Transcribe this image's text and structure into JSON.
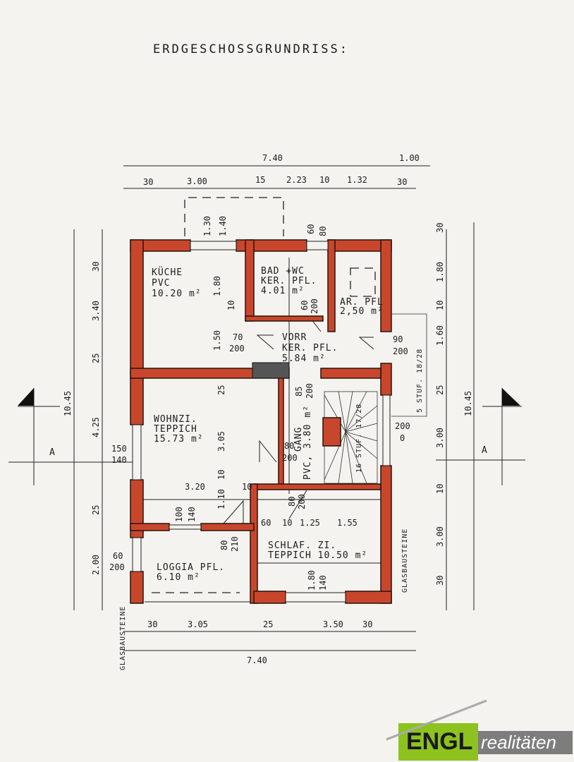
{
  "title": "ERDGESCHOSSGRUNDRISS:",
  "rooms": {
    "kueche": [
      "KÜCHE",
      "PVC",
      "10.20 m²"
    ],
    "bad": [
      "BAD +WC",
      "KER. PFL.",
      "4.01 m²"
    ],
    "ar": [
      "AR. PFL",
      "2,50 m²"
    ],
    "vorr": [
      "VORR",
      "KER. PFL.",
      "5.84 m²"
    ],
    "wohnzi": [
      "WOHNZI.",
      "TEPPICH",
      "15.73 m²"
    ],
    "gang": [
      "GANG",
      "PVC, 3.80 m²"
    ],
    "schlaf": [
      "SCHLAF. ZI.",
      "TEPPICH 10.50 m²"
    ],
    "loggia": [
      "LOGGIA PFL.",
      "6.10 m²"
    ]
  },
  "stairs": [
    "16 STUF. 17/28",
    "5 STUF. 18/28"
  ],
  "glass": "GLASBAUSTEINE",
  "section_label": "A",
  "dims": {
    "top_total": "7.40",
    "top_extra": "1.00",
    "top_parts": [
      "30",
      "3.00",
      "15",
      "2.23",
      "10",
      "1.32",
      "30"
    ],
    "bottom_parts": [
      "30",
      "3.05",
      "25",
      "3.50",
      "30"
    ],
    "bottom_total": "7.40",
    "left_total": "10.45",
    "left_parts": [
      "30",
      "3.40",
      "25",
      "4.25",
      "25",
      "2.00"
    ],
    "right_total": "10.45",
    "right_parts": [
      "30",
      "1.80",
      "10",
      "1.60",
      "25",
      "3.00",
      "10",
      "3.00",
      "30"
    ],
    "inner": [
      "1.30",
      "1.40",
      "60",
      "80",
      "1.80",
      "10",
      "1.50",
      "70",
      "200",
      "60",
      "200",
      "90",
      "200",
      "85",
      "200",
      "25",
      "3.05",
      "80",
      "200",
      "10",
      "1.10",
      "3.20",
      "10",
      "100",
      "140",
      "80",
      "200",
      "60",
      "10",
      "1.25",
      "1.55",
      "80",
      "210",
      "1.80",
      "140",
      "150",
      "140",
      "60",
      "200",
      "200",
      "0"
    ]
  },
  "logo": {
    "brand": "ENGL",
    "suffix": "realitäten"
  }
}
